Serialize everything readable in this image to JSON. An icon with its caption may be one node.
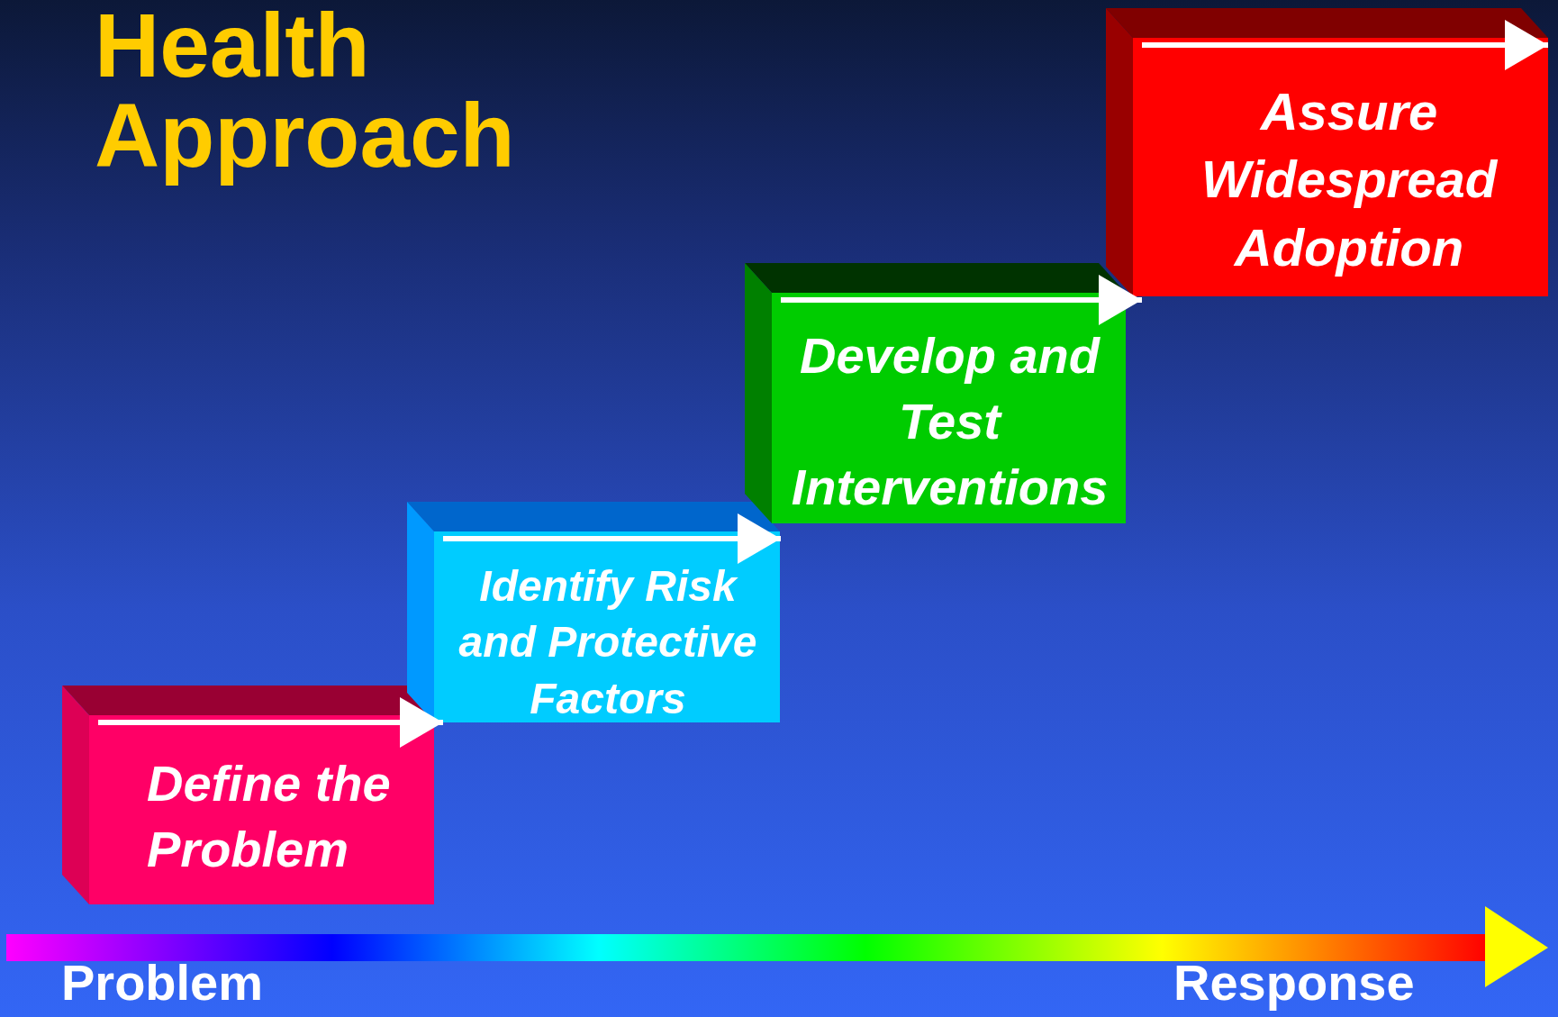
{
  "diagram": {
    "title": "Health Approach",
    "nodes": [
      {
        "text": [
          "Define the Problem"
        ]
      },
      {
        "text": [
          "Identify Risk and Protective Factors"
        ]
      },
      {
        "text": [
          "Develop and Test Interventions"
        ]
      },
      {
        "text": [
          "Assure Widespread Adoption"
        ]
      }
    ],
    "edges": [
      {
        "from": 0,
        "to": 1,
        "arrow": "to"
      },
      {
        "from": 1,
        "to": 2,
        "arrow": "to"
      },
      {
        "from": 2,
        "to": 3,
        "arrow": "to"
      },
      {
        "from": null,
        "to": 3,
        "arrow": "to"
      }
    ],
    "labels": [
      "Problem",
      "Response"
    ]
  }
}
